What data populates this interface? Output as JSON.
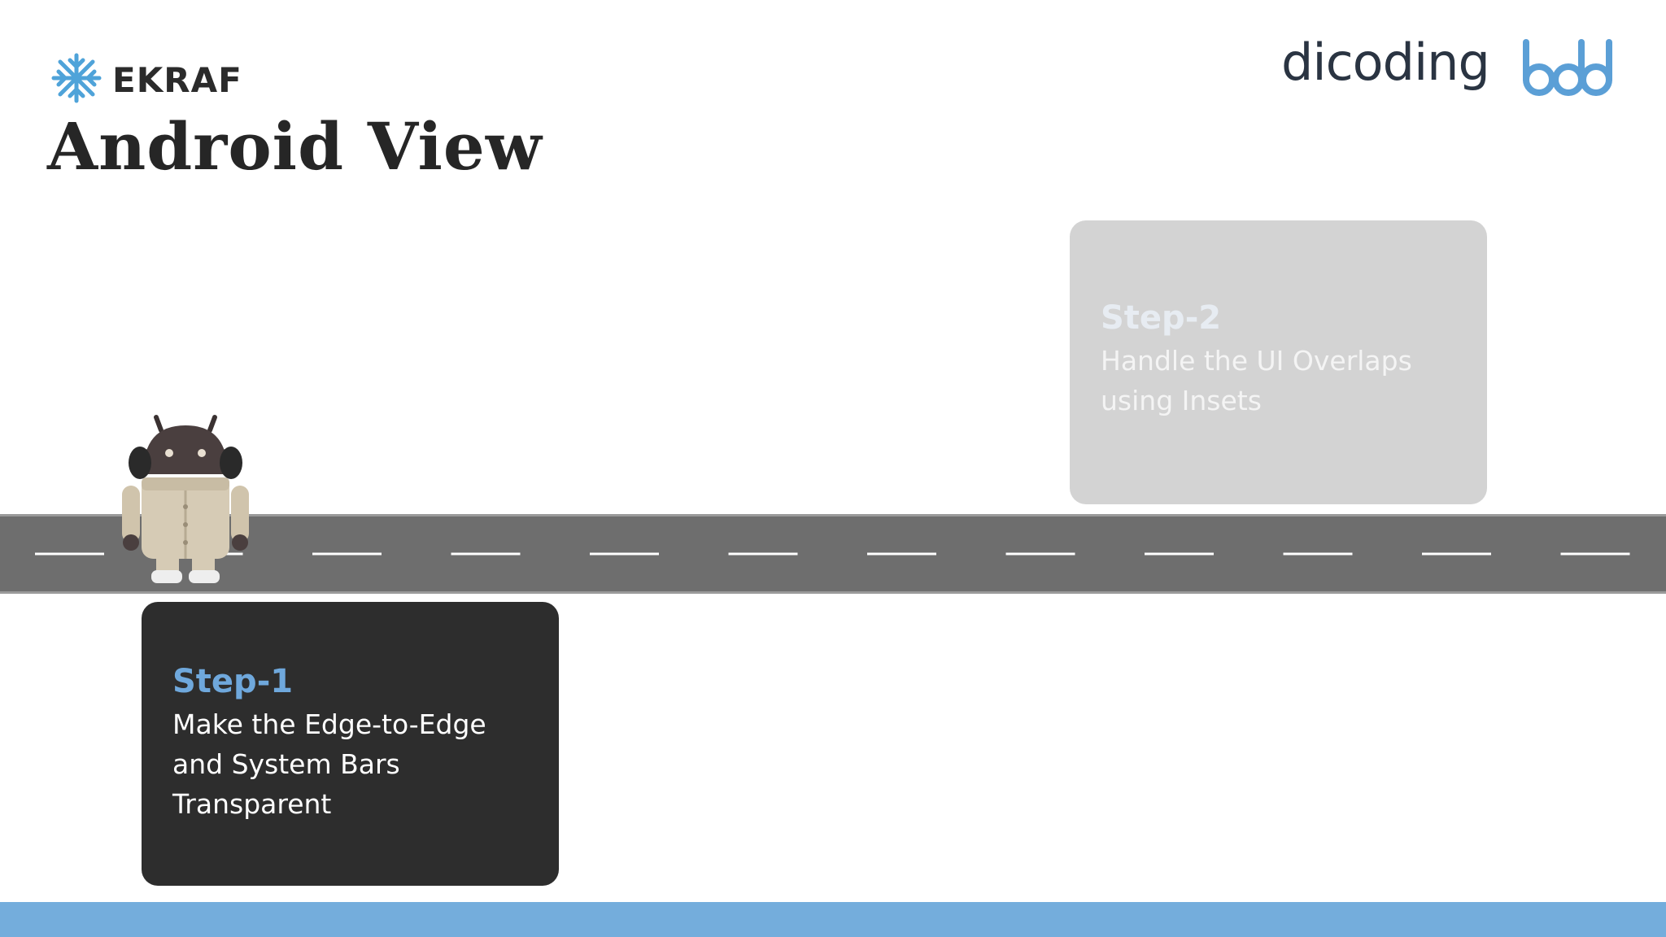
{
  "header": {
    "logo_text": "EKRAF",
    "title": "Android View",
    "partner_logo_text": "dicoding",
    "partner_logo_2": "bdd"
  },
  "icons": {
    "ekraf": "ekraf-snowflake-icon",
    "mascot": "android-mascot-icon"
  },
  "steps": [
    {
      "title": "Step-1",
      "description": "Make the Edge-to-Edge\nand System Bars\nTransparent",
      "state": "active"
    },
    {
      "title": "Step-2",
      "description": "Handle the UI Overlaps\nusing Insets",
      "state": "inactive"
    }
  ],
  "colors": {
    "accent": "#6fa8dc",
    "bottom_bar": "#74addc",
    "road": "#6e6e6e",
    "active_card": "#2d2d2d",
    "inactive_card": "#d3d3d3",
    "title_text": "#262626",
    "ekraf_blue": "#4fa3d9",
    "bdd_blue": "#5b9fd6"
  }
}
